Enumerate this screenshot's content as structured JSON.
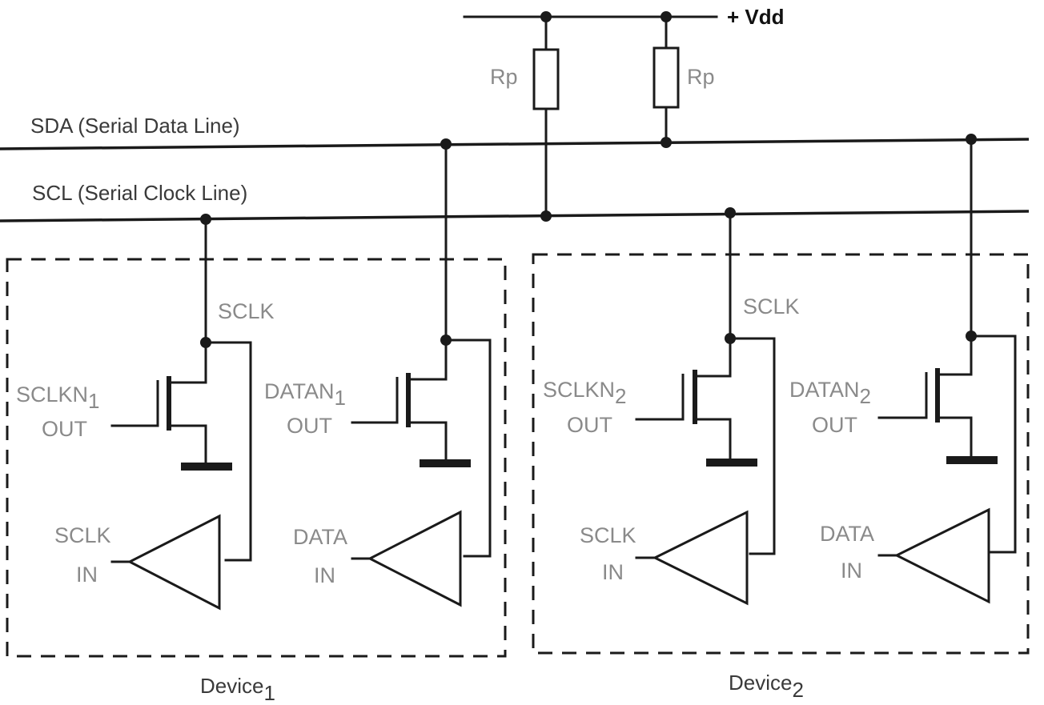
{
  "supply": {
    "label": "+ Vdd"
  },
  "resistors": [
    {
      "id": "rp1",
      "label": "Rp"
    },
    {
      "id": "rp2",
      "label": "Rp"
    }
  ],
  "buses": {
    "sda": "SDA (Serial Data Line)",
    "scl": "SCL (Serial Clock Line)"
  },
  "devices": [
    {
      "name": "Device",
      "sub": "1",
      "sclk_node": "SCLK",
      "clk_out": {
        "name": "SCLKN",
        "sub": "1",
        "line2": "OUT"
      },
      "data_out": {
        "name": "DATAN",
        "sub": "1",
        "line2": "OUT"
      },
      "clk_in": {
        "line1": "SCLK",
        "line2": "IN"
      },
      "data_in": {
        "line1": "DATA",
        "line2": "IN"
      }
    },
    {
      "name": "Device",
      "sub": "2",
      "sclk_node": "SCLK",
      "clk_out": {
        "name": "SCLKN",
        "sub": "2",
        "line2": "OUT"
      },
      "data_out": {
        "name": "DATAN",
        "sub": "2",
        "line2": "OUT"
      },
      "clk_in": {
        "line1": "SCLK",
        "line2": "IN"
      },
      "data_in": {
        "line1": "DATA",
        "line2": "IN"
      }
    }
  ]
}
